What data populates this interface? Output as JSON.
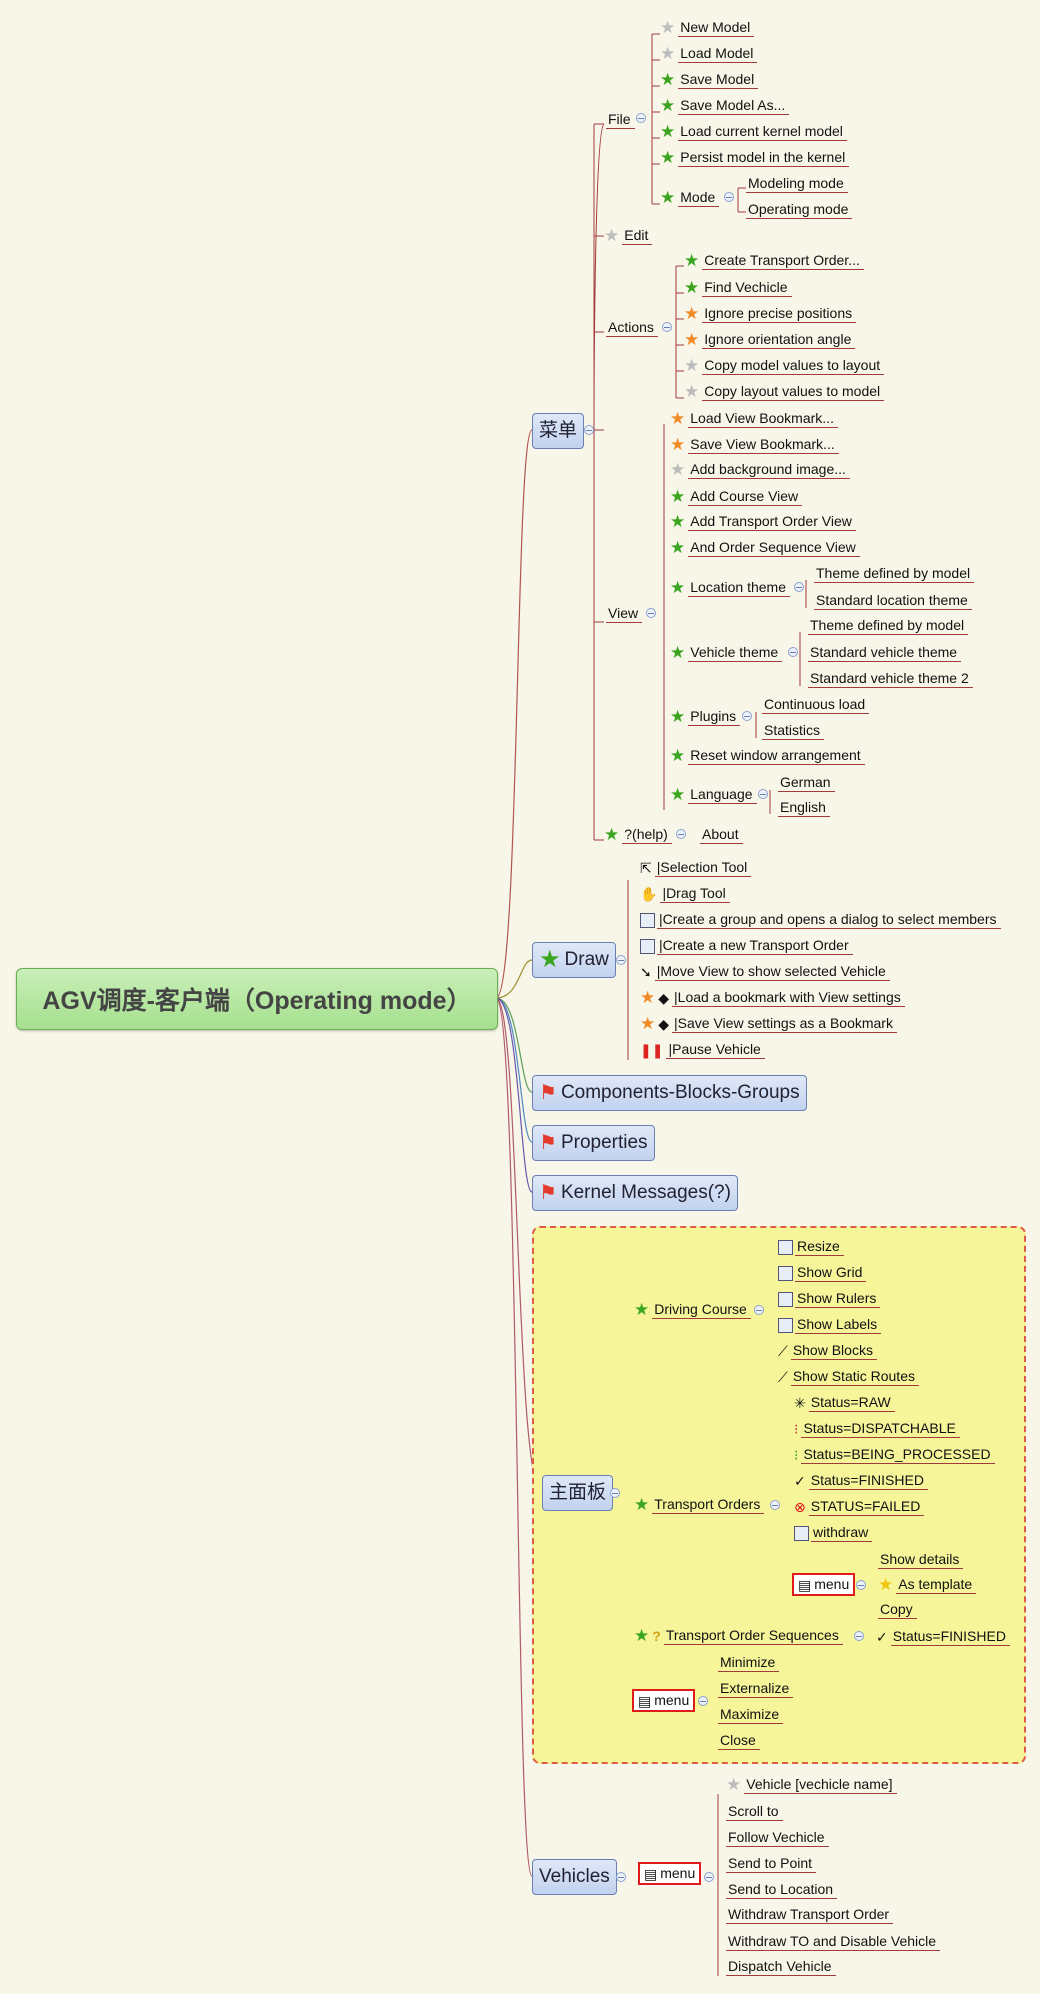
{
  "root": {
    "label": "AGV调度-客户端（Operating mode）"
  },
  "menu": {
    "label": "菜单",
    "file": {
      "label": "File",
      "items": [
        "New Model",
        "Load Model",
        "Save Model",
        "Save Model As...",
        "Load current kernel model",
        "Persist model in the kernel"
      ],
      "mode": {
        "label": "Mode",
        "items": [
          "Modeling mode",
          "Operating mode"
        ]
      }
    },
    "edit": {
      "label": "Edit"
    },
    "actions": {
      "label": "Actions",
      "items": [
        "Create Transport Order...",
        "Find Vechicle",
        "Ignore precise positions",
        "Ignore orientation angle",
        "Copy model values to layout",
        "Copy layout values to model"
      ]
    },
    "view": {
      "label": "View",
      "items": [
        "Load View Bookmark...",
        "Save View Bookmark...",
        "Add background image...",
        "Add Course View",
        "Add Transport Order View",
        "And Order Sequence View"
      ],
      "location_theme": {
        "label": "Location theme",
        "items": [
          "Theme defined by model",
          "Standard location theme"
        ]
      },
      "vehicle_theme": {
        "label": "Vehicle theme",
        "items": [
          "Theme defined by model",
          "Standard vehicle theme",
          "Standard vehicle theme 2"
        ]
      },
      "plugins": {
        "label": "Plugins",
        "items": [
          "Continuous load",
          "Statistics"
        ]
      },
      "reset": "Reset window arrangement",
      "language": {
        "label": "Language",
        "items": [
          "German",
          "English"
        ]
      }
    },
    "help": {
      "label": "?(help)",
      "about": "About"
    }
  },
  "draw": {
    "label": "Draw",
    "items": [
      "|Selection Tool",
      "|Drag Tool",
      "|Create a group and opens a dialog to select members",
      "|Create a new Transport Order",
      "|Move View to show selected Vehicle",
      "|Load a bookmark with View settings",
      "|Save View settings as a Bookmark",
      "|Pause Vehicle"
    ]
  },
  "components": {
    "label": "Components-Blocks-Groups"
  },
  "properties": {
    "label": "Properties"
  },
  "kernel_messages": {
    "label": "Kernel Messages(?)"
  },
  "main_panel": {
    "label": "主面板",
    "driving_course": {
      "label": "Driving Course",
      "items": [
        "Resize",
        "Show Grid",
        "Show Rulers",
        "Show Labels",
        "Show Blocks",
        "Show Static Routes"
      ]
    },
    "transport_orders": {
      "label": "Transport Orders",
      "items": [
        "Status=RAW",
        "Status=DISPATCHABLE",
        "Status=BEING_PROCESSED",
        "Status=FINISHED",
        "STATUS=FAILED",
        "withdraw"
      ],
      "menu": {
        "label": "menu",
        "items": [
          "Show details",
          "As template",
          "Copy"
        ]
      }
    },
    "sequences": {
      "label": "Transport Order Sequences",
      "item": "Status=FINISHED"
    },
    "menu": {
      "label": "menu",
      "items": [
        "Minimize",
        "Externalize",
        "Maximize",
        "Close"
      ]
    }
  },
  "vehicles": {
    "label": "Vehicles",
    "menu": {
      "label": "menu",
      "items": [
        "Vehicle [vechicle name]",
        "Scroll to",
        "Follow Vechicle",
        "Send to Point",
        "Send to Location",
        "Withdraw Transport Order",
        "Withdraw TO and Disable Vehicle",
        "Dispatch Vehicle"
      ]
    }
  },
  "colors": {
    "background": "#f7f6e8",
    "root_fill": "#b6e6a0",
    "topic_fill": "#d3def4",
    "panel_fill": "#f7f59a",
    "panel_border": "#e05a4a",
    "line": "#a33a3a",
    "menu_box": "#e01b1b"
  }
}
